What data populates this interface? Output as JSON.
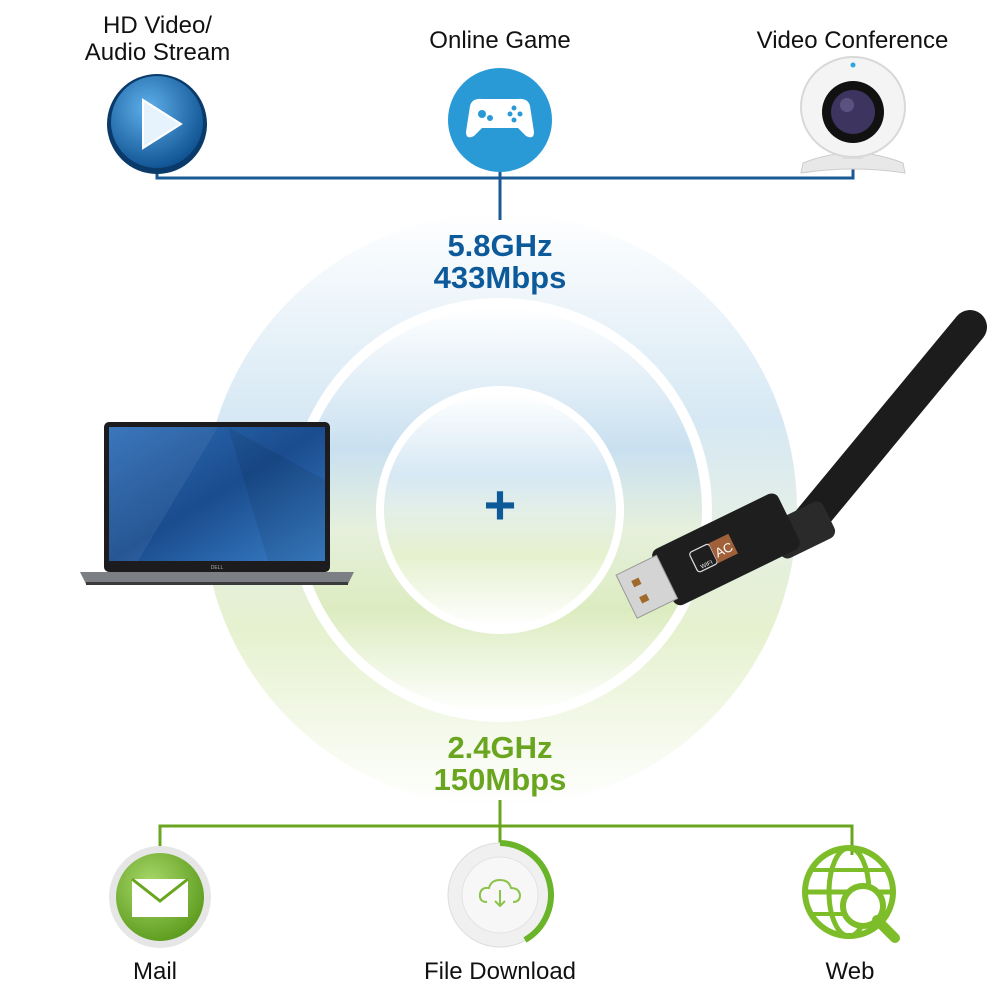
{
  "top_uses": [
    {
      "label_line1": "HD Video/",
      "label_line2": "Audio Stream",
      "icon": "play-icon"
    },
    {
      "label": "Online Game",
      "icon": "gamepad-icon"
    },
    {
      "label": "Video Conference",
      "icon": "webcam-icon"
    }
  ],
  "band_5ghz": {
    "frequency": "5.8GHz",
    "speed": "433Mbps",
    "color": "#0d5a9a"
  },
  "band_24ghz": {
    "frequency": "2.4GHz",
    "speed": "150Mbps",
    "color": "#6aa520"
  },
  "center_symbol": "+",
  "bottom_uses": [
    {
      "label": "Mail",
      "icon": "mail-icon"
    },
    {
      "label": "File Download",
      "icon": "cloud-download-icon"
    },
    {
      "label": "Web",
      "icon": "globe-search-icon"
    }
  ],
  "laptop_logo": "DELL",
  "adapter_logo": {
    "wifi": "WIFI",
    "ac": "AC"
  }
}
